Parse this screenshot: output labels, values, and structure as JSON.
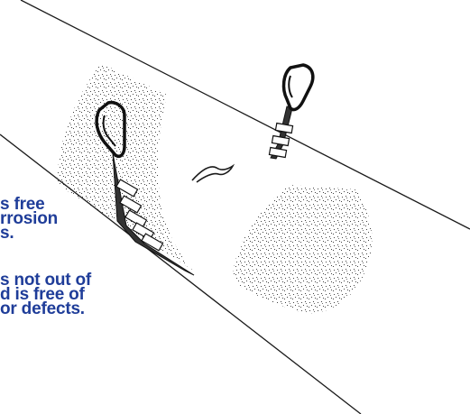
{
  "callouts": [
    {
      "lines": [
        "s free",
        "rrosion",
        "s."
      ]
    },
    {
      "lines": [
        "s not out of",
        "d is free of",
        "or defects."
      ]
    }
  ],
  "colors": {
    "callout_text": "#1f3d99",
    "line_art": "#1a1a1a",
    "background": "#ffffff"
  },
  "icons": [
    "carabiner-icon",
    "carabiner-icon"
  ]
}
